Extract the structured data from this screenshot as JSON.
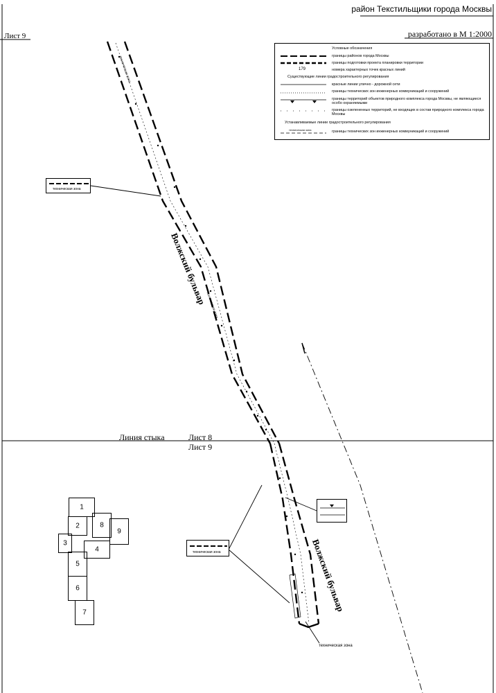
{
  "header": {
    "title": "район Текстильщики города Москвы",
    "sheet_top": "Лист 9",
    "scale": "разработано в М 1:2000"
  },
  "joint": {
    "label": "Линия стыка",
    "sheet_upper": "Лист 8",
    "sheet_lower": "Лист 9"
  },
  "streets": {
    "upper": "Волжский бульвар",
    "lower": "Волжский бульвар"
  },
  "legend": {
    "title": "Условные обозначения",
    "items": [
      "границы районов города Москвы",
      "границы подготовки проекта планировки территории",
      "номера характерных точек красных линий"
    ],
    "point_sample": "179",
    "existing_title": "Существующие линии градостроительного регулирования",
    "existing": [
      "красные линии улично - дорожной сети",
      "границы технических зон инженерных коммуникаций и сооружений",
      "границы территорий объектов природного комплекса города Москвы, не являющиеся особо охраняемыми",
      "границы озелененных территорий, не входящих в состав природного комплекса города Москвы"
    ],
    "established_title": "Устанавливаемые линии градостроительного регулирования",
    "established": [
      "границы технических зон инженерных коммуникаций и сооружений"
    ],
    "zone_sample": "техническая зона"
  },
  "callouts": {
    "upper_left_label": "техническая зона",
    "lower_left_label": "техническая зона",
    "bottom_label": "техническая зона",
    "strip_label_upper": "техническая зона",
    "strip_label_mid": "техническая зона"
  },
  "index_map": {
    "sheets": [
      "1",
      "2",
      "3",
      "4",
      "5",
      "6",
      "7",
      "8",
      "9"
    ],
    "active": "9"
  }
}
